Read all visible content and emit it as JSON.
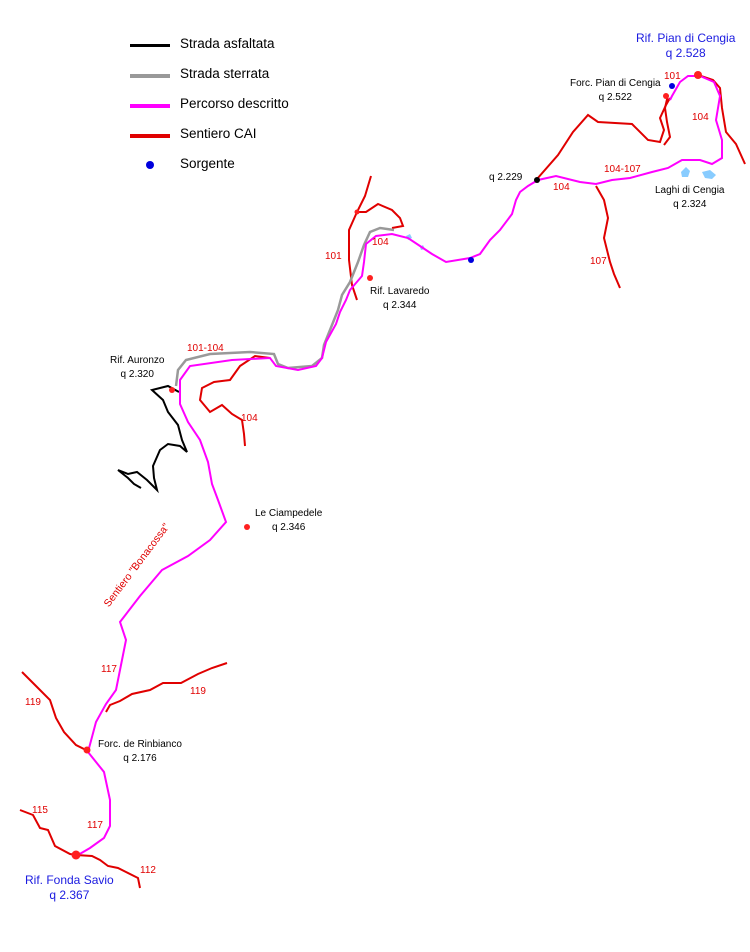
{
  "legend": {
    "paved": "Strada asfaltata",
    "gravel": "Strada sterrata",
    "route": "Percorso descritto",
    "cai": "Sentiero CAI",
    "spring": "Sorgente"
  },
  "colors": {
    "paved": "#000000",
    "gravel": "#999999",
    "route": "#ff00ff",
    "cai": "#e00000",
    "spring": "#0000dd",
    "lake": "#88ccff",
    "hut": "#ff2020"
  },
  "places": {
    "pian_cengia_name": "Rif. Pian di Cengia",
    "pian_cengia_alt": "q 2.528",
    "forc_pian_name": "Forc. Pian di Cengia",
    "forc_pian_alt": "q 2.522",
    "q2229": "q 2.229",
    "laghi_name": "Laghi di Cengia",
    "laghi_alt": "q 2.324",
    "lavaredo_name": "Rif. Lavaredo",
    "lavaredo_alt": "q 2.344",
    "auronzo_name": "Rif. Auronzo",
    "auronzo_alt": "q 2.320",
    "ciampedele_name": "Le Ciampedele",
    "ciampedele_alt": "q 2.346",
    "rinbianco_name": "Forc. de Rinbianco",
    "rinbianco_alt": "q 2.176",
    "savio_name": "Rif. Fonda Savio",
    "savio_alt": "q 2.367",
    "bonacossa": "Sentiero \"Bonacossa\""
  },
  "trails": {
    "t101_top": "101",
    "t104_right": "104",
    "t104_107": "104-107",
    "t104_mid": "104",
    "t107": "107",
    "t101_left": "101",
    "t104_lav": "104",
    "t101_104": "101-104",
    "t104_low": "104",
    "t117_a": "117",
    "t119_right": "119",
    "t119_left": "119",
    "t115": "115",
    "t117_b": "117",
    "t112": "112"
  }
}
